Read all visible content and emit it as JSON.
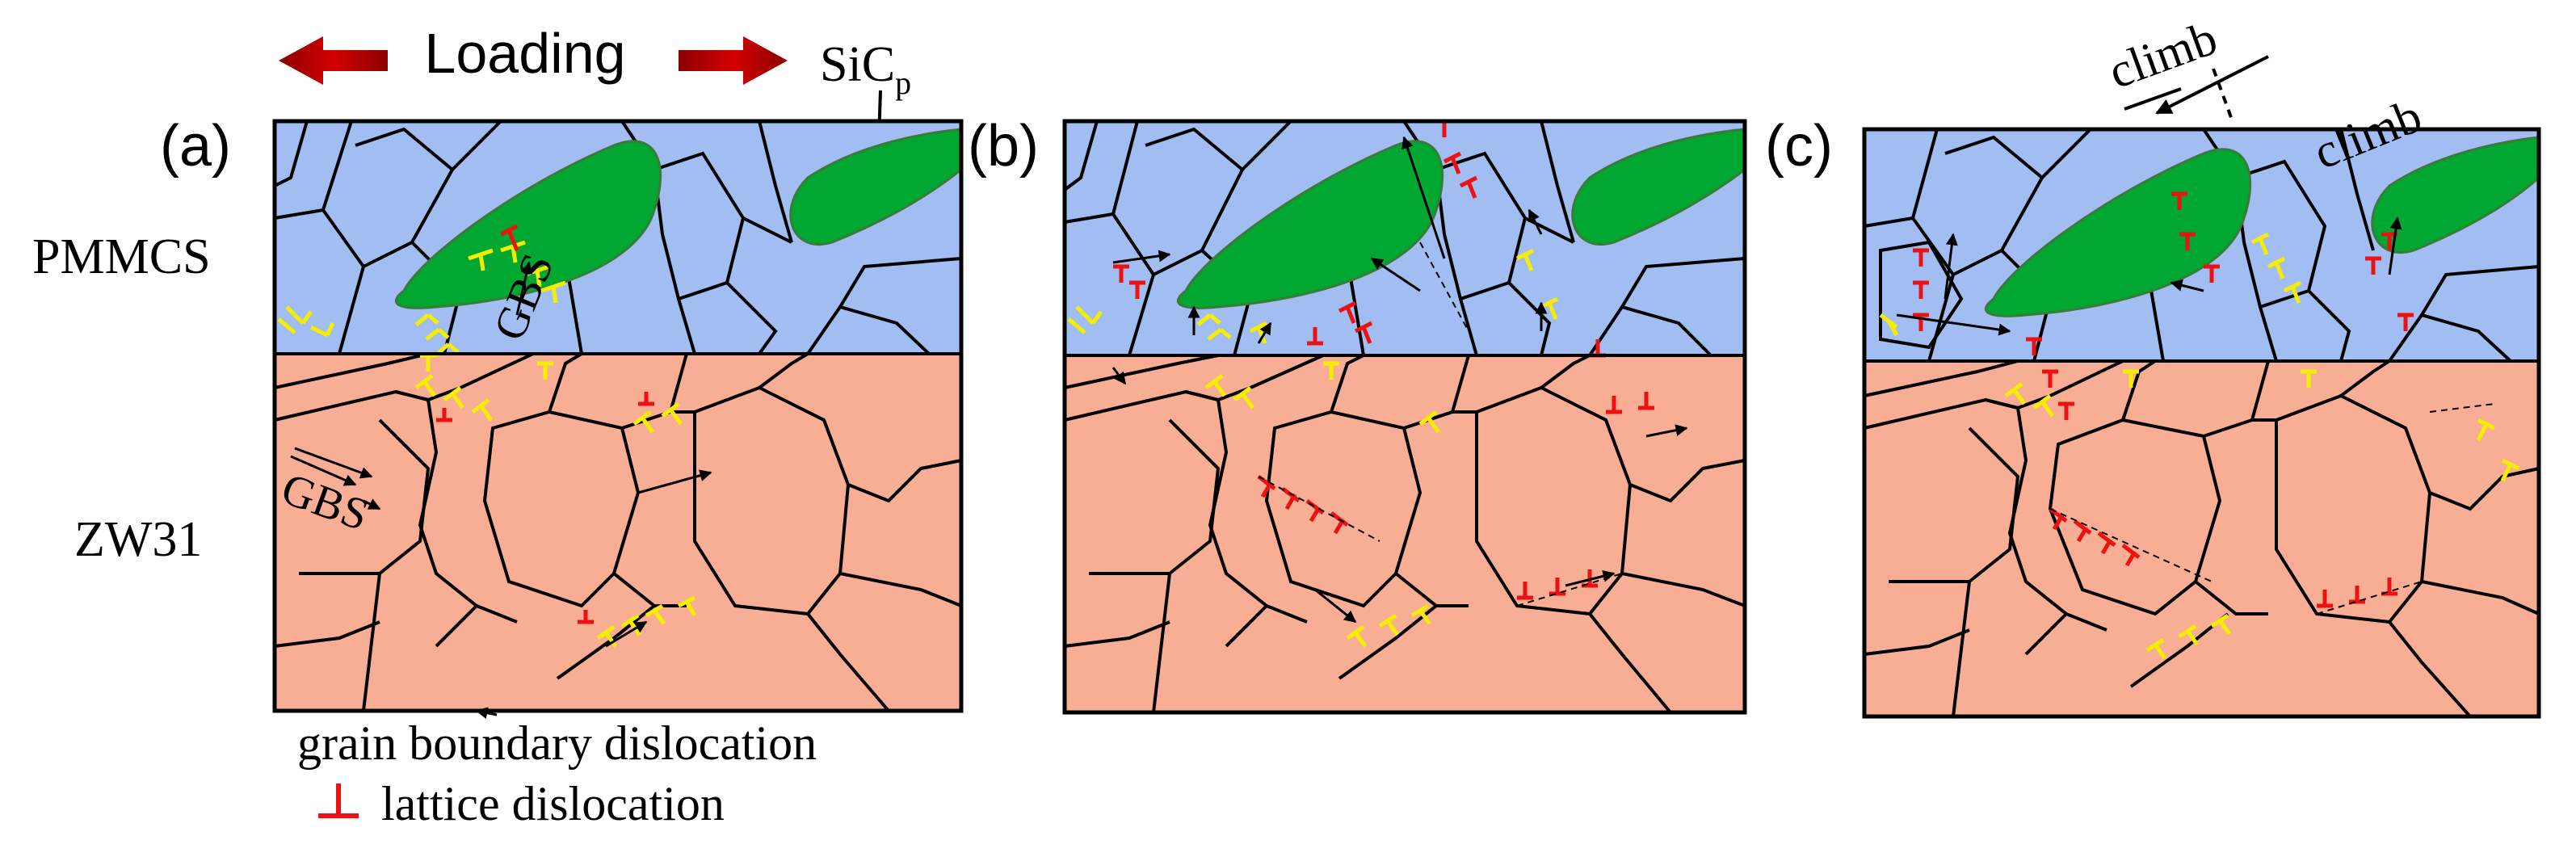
{
  "figure": {
    "loading_label": "Loading",
    "particle_label_main": "SiC",
    "particle_label_sub": "p",
    "row_label_top": "PMMCS",
    "row_label_bottom": "ZW31",
    "panel_labels": [
      "(a)",
      "(b)",
      "(c)"
    ],
    "gbs_label": "GBS",
    "climb_label": "climb",
    "legend": {
      "grain_boundary": "grain boundary dislocation",
      "lattice": "lattice dislocation"
    }
  },
  "colors": {
    "pmmcs_fill": "#a1bdf1",
    "zw31_fill": "#f8ae95",
    "sic_particle": "#00a731",
    "grain_boundary_dislocation": "#f5ee00",
    "lattice_dislocation": "#ee1111",
    "loading_arrow": "#c40000",
    "line": "#000000"
  }
}
